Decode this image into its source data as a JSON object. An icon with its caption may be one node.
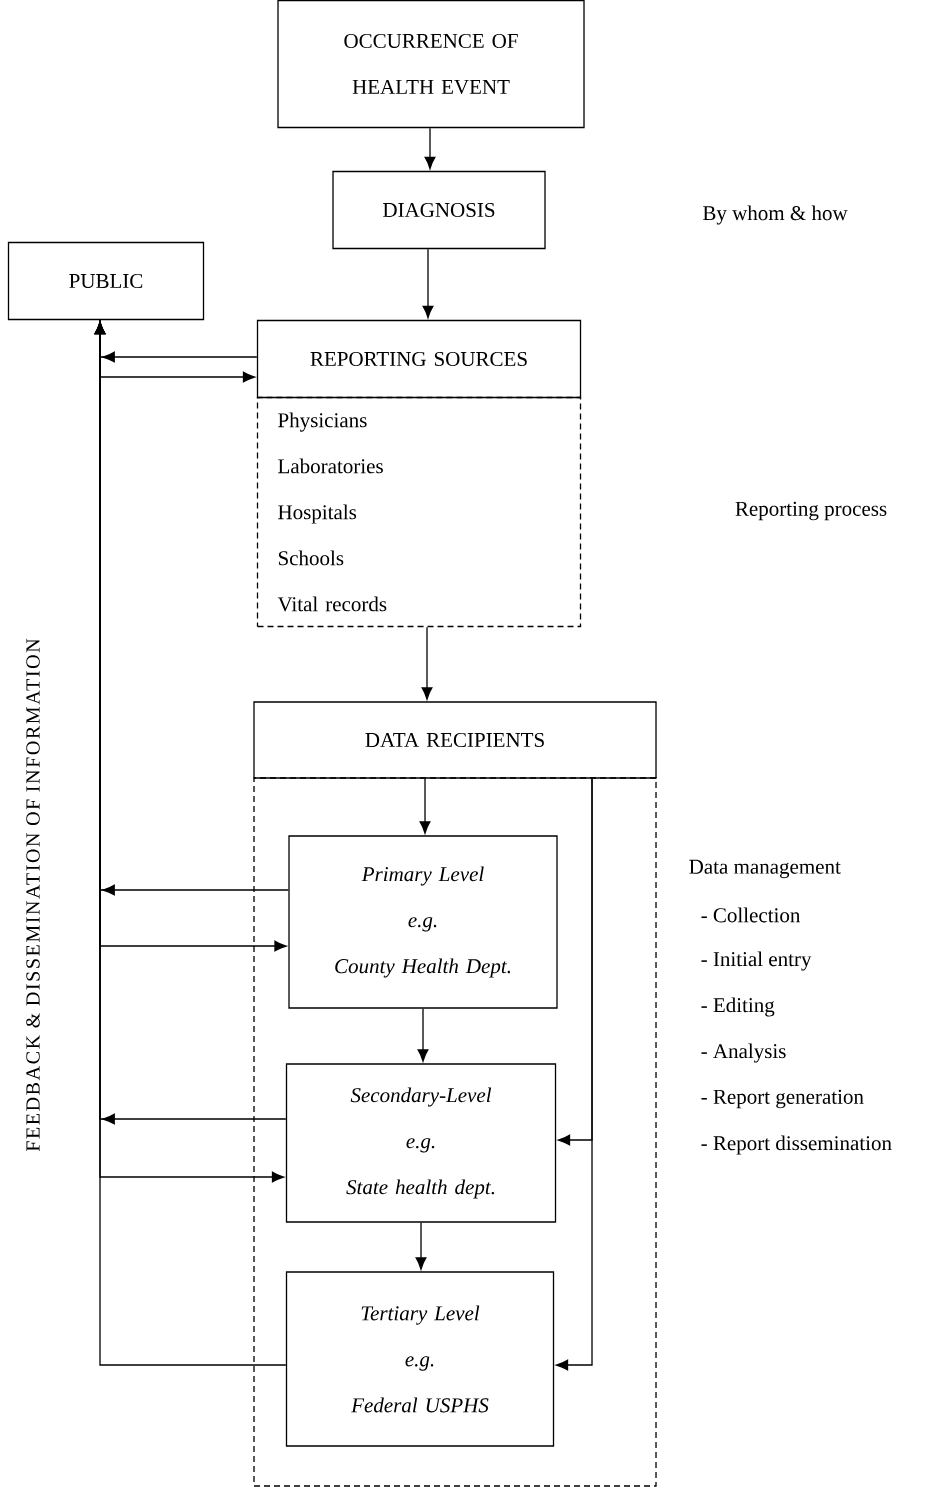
{
  "diagram": {
    "nodes": [
      {
        "text": [
          "OCCURRENCE OF HEALTH EVENT"
        ]
      },
      {
        "text": [
          "DIAGNOSIS"
        ]
      },
      {
        "text": [
          "PUBLIC"
        ]
      },
      {
        "text": [
          "REPORTING SOURCES"
        ]
      },
      {
        "text": [
          "Physicians",
          "Laboratories",
          "Hospitals",
          "Schools",
          "Vital records"
        ]
      },
      {
        "text": [
          "DATA RECIPIENTS"
        ]
      },
      {
        "text": [],
        "shape": "box"
      },
      {
        "text": [
          "Primary Level",
          "e.g.",
          "County Health Dept."
        ],
        "in": 6
      },
      {
        "text": [
          "Secondary-Level",
          "e.g.",
          "State health dept."
        ],
        "in": 6
      },
      {
        "text": [
          "Tertiary Level",
          "e.g.",
          "Federal USPHS"
        ],
        "in": 6
      }
    ],
    "edges": [
      {
        "from": 0,
        "to": 1,
        "arrow": "to"
      },
      {
        "from": 1,
        "to": 3,
        "arrow": "to"
      },
      {
        "from": 3,
        "to": 2,
        "arrow": "to"
      },
      {
        "from": 2,
        "to": 3,
        "arrow": "to"
      },
      {
        "from": 7,
        "to": 2,
        "arrow": "to"
      },
      {
        "from": 2,
        "to": 7,
        "arrow": "to"
      },
      {
        "from": 8,
        "to": 2,
        "arrow": "to"
      },
      {
        "from": 2,
        "to": 8,
        "arrow": "to"
      },
      {
        "from": 9,
        "to": 2,
        "arrow": "to"
      },
      {
        "from": 4,
        "to": 5,
        "arrow": "to"
      },
      {
        "from": 5,
        "to": 7,
        "arrow": "to"
      },
      {
        "from": 7,
        "to": 8,
        "arrow": "to"
      },
      {
        "from": 8,
        "to": 9,
        "arrow": "to"
      },
      {
        "from": 5,
        "to": 8,
        "arrow": "to"
      },
      {
        "from": 5,
        "to": 9,
        "arrow": "to"
      }
    ],
    "labels": [
      "By whom & how",
      "Reporting process",
      "FEEDBACK & DISSEMINATION OF INFORMATION",
      "Data management",
      "- Collection",
      "- Initial entry",
      "- Editing",
      "- Analysis",
      "- Report generation",
      "- Report dissemination"
    ]
  }
}
